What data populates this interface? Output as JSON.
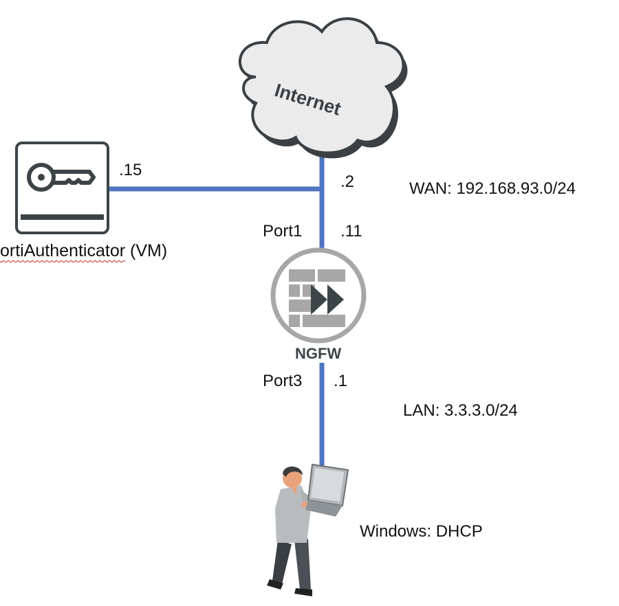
{
  "internet": {
    "label": "Internet"
  },
  "authenticator": {
    "ip": ".15",
    "name_squiggled": "ortiAuthenticator",
    "name_rest": " (VM)"
  },
  "firewall": {
    "label": "NGFW",
    "wan_port": "Port1",
    "wan_ip": ".11",
    "lan_port": "Port3",
    "lan_ip": ".1"
  },
  "gateway": {
    "ip": ".2"
  },
  "networks": {
    "wan": "WAN: 192.168.93.0/24",
    "lan": "LAN: 3.3.3.0/24"
  },
  "client": {
    "label": "Windows: DHCP"
  },
  "colors": {
    "link": "#4f74c0",
    "icon_gray": "#a7a7a7",
    "dark": "#3c4448"
  }
}
